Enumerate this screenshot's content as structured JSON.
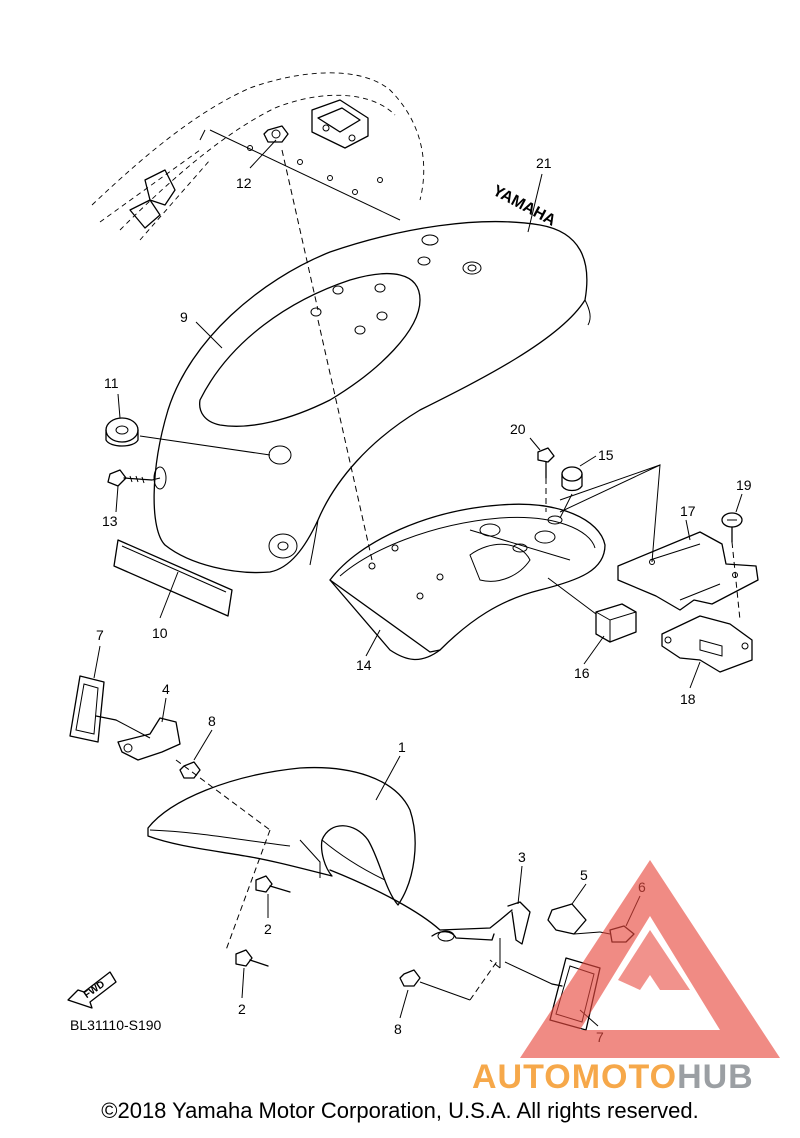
{
  "diagram": {
    "callouts": {
      "c21": "21",
      "c12": "12",
      "c9": "9",
      "c11": "11",
      "c13": "13",
      "c10": "10",
      "c20": "20",
      "c15": "15",
      "c19": "19",
      "c17": "17",
      "c14": "14",
      "c16": "16",
      "c18": "18",
      "c7a": "7",
      "c4": "4",
      "c8a": "8",
      "c1": "1",
      "c3": "3",
      "c5": "5",
      "c6": "6",
      "c2a": "2",
      "c2b": "2",
      "c8b": "8",
      "c7b": "7"
    },
    "decal_text": "YAMAHA",
    "fwd_label": "FWD",
    "diagram_code": "BL31110-S190"
  },
  "watermark": {
    "text_orange": "AUTOMOTO",
    "text_gray": "HUB",
    "color_red": "#e84a3f",
    "color_orange": "#f59a2b",
    "color_gray": "#8a8f94"
  },
  "footer": {
    "copyright": "©2018 Yamaha Motor Corporation, U.S.A. All rights reserved."
  }
}
